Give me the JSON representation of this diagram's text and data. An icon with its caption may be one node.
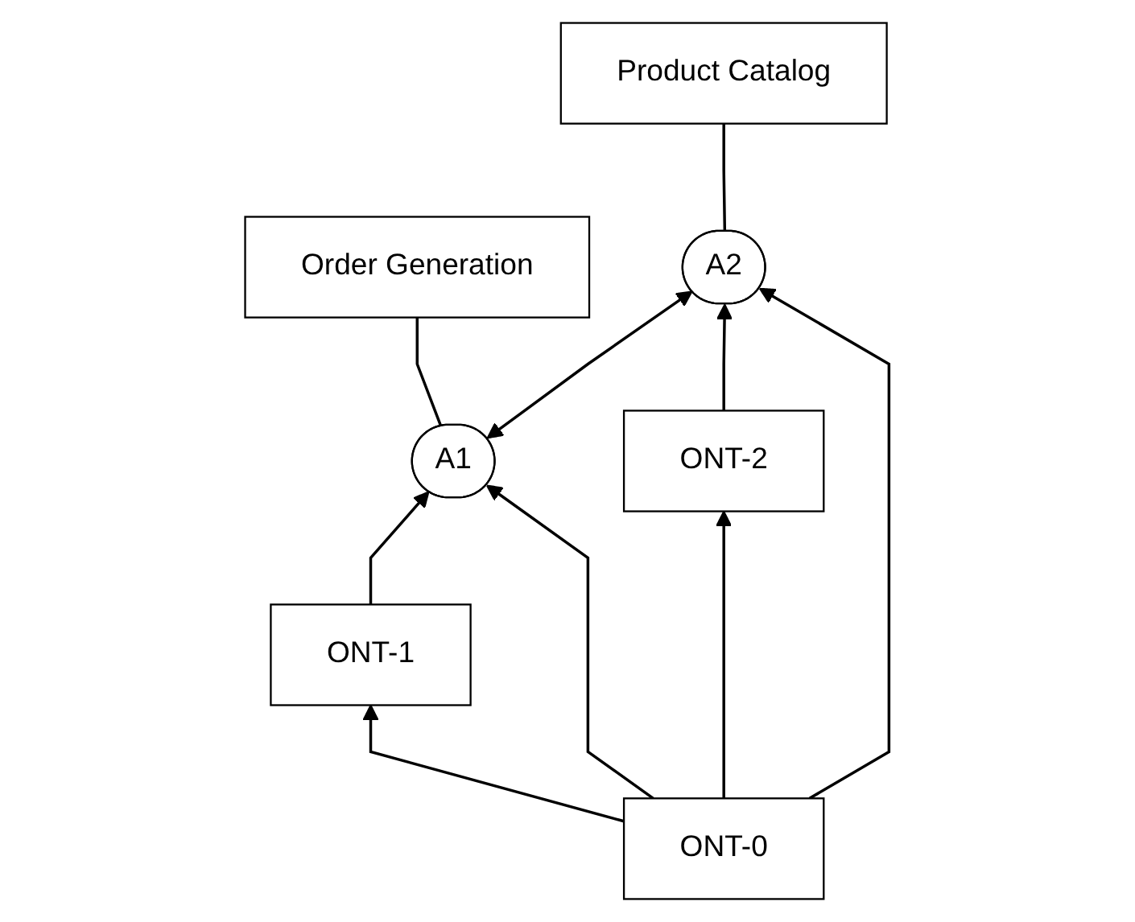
{
  "diagram": {
    "nodes": [
      {
        "text": [
          "Order Generation"
        ]
      },
      {
        "text": [
          "Product Catalog"
        ]
      },
      {
        "text": [
          "A1"
        ]
      },
      {
        "text": [
          "A2"
        ]
      },
      {
        "text": [
          "ONT-1"
        ]
      },
      {
        "text": [
          "ONT-2"
        ]
      },
      {
        "text": [
          "ONT-0"
        ]
      }
    ],
    "edges": [
      {
        "from": 0,
        "to": 2,
        "arrow": "none"
      },
      {
        "from": 1,
        "to": 3,
        "arrow": "none"
      },
      {
        "from": 2,
        "to": 3,
        "arrow": "both"
      },
      {
        "from": 4,
        "to": 2,
        "arrow": "to"
      },
      {
        "from": 5,
        "to": 3,
        "arrow": "to"
      },
      {
        "from": 6,
        "to": 4,
        "arrow": "to"
      },
      {
        "from": 6,
        "to": 2,
        "arrow": "to"
      },
      {
        "from": 6,
        "to": 3,
        "arrow": "to"
      },
      {
        "from": 6,
        "to": 5,
        "arrow": "to"
      }
    ]
  }
}
